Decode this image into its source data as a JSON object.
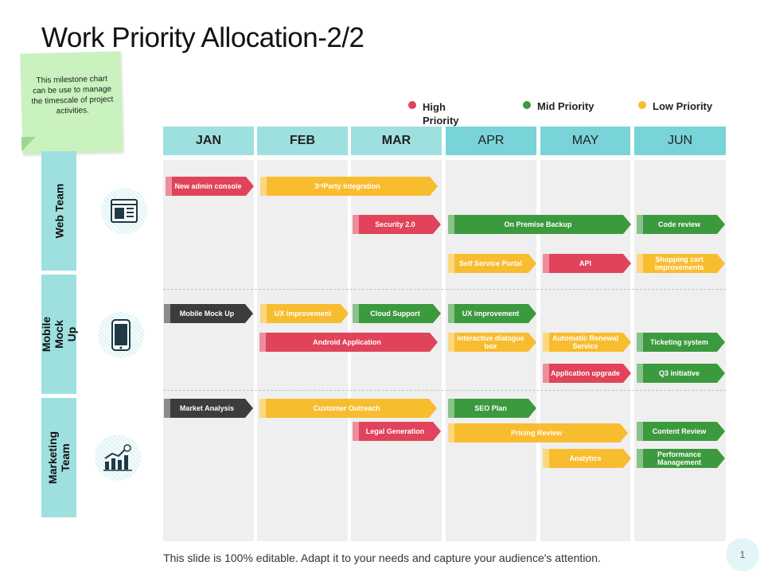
{
  "title": "Work Priority Allocation-2/2",
  "note": "This milestone chart can be use to manage the timescale of project activities.",
  "legend": [
    {
      "label": "High Priority",
      "color": "#e0435a"
    },
    {
      "label": "Mid Priority",
      "color": "#3b9a3e"
    },
    {
      "label": "Low Priority",
      "color": "#f8bc2f"
    }
  ],
  "months": [
    "JAN",
    "FEB",
    "MAR",
    "APR",
    "MAY",
    "JUN"
  ],
  "teams": [
    {
      "label": "Web Team",
      "icon": "browser-window-icon"
    },
    {
      "label": "Mobile Mock Up",
      "icon": "smartphone-icon"
    },
    {
      "label": "Marketing Team",
      "icon": "growth-chart-icon"
    }
  ],
  "tasks": {
    "new_admin_console": "New admin console",
    "third_party_integration_pre": "3",
    "third_party_integration_sup": "rd",
    "third_party_integration_post": " Party Integration",
    "security_2": "Security 2.0",
    "on_premise_backup": "On Premise Backup",
    "code_review": "Code review",
    "self_service_portal": "Self Service Portal",
    "api": "API",
    "shopping_cart": "Shopping cart improvements",
    "mobile_mock_up": "Mobile Mock Up",
    "ux_improvement_1": "UX improvement",
    "cloud_support": "Cloud Support",
    "ux_improvement_2": "UX improvement",
    "android_application": "Android Application",
    "interactive_dialogue_box": "Interactive dialogue box",
    "automatic_renewal_service": "Automatic Renewal Service",
    "ticketing_system": "Ticketing system",
    "application_upgrade": "Application upgrade",
    "q3_initiative": "Q3 initiative",
    "market_analysis": "Market Analysis",
    "customer_outreach": "Customer Outreach",
    "seo_plan": "SEO Plan",
    "legal_generation": "Legal Generation",
    "pricing_review": "Pricing Review",
    "content_review": "Content Review",
    "analytics": "Analytics",
    "performance_management": "Performance Management"
  },
  "footer": "This slide is 100% editable. Adapt it to your needs and capture your audience's attention.",
  "page_number": "1"
}
